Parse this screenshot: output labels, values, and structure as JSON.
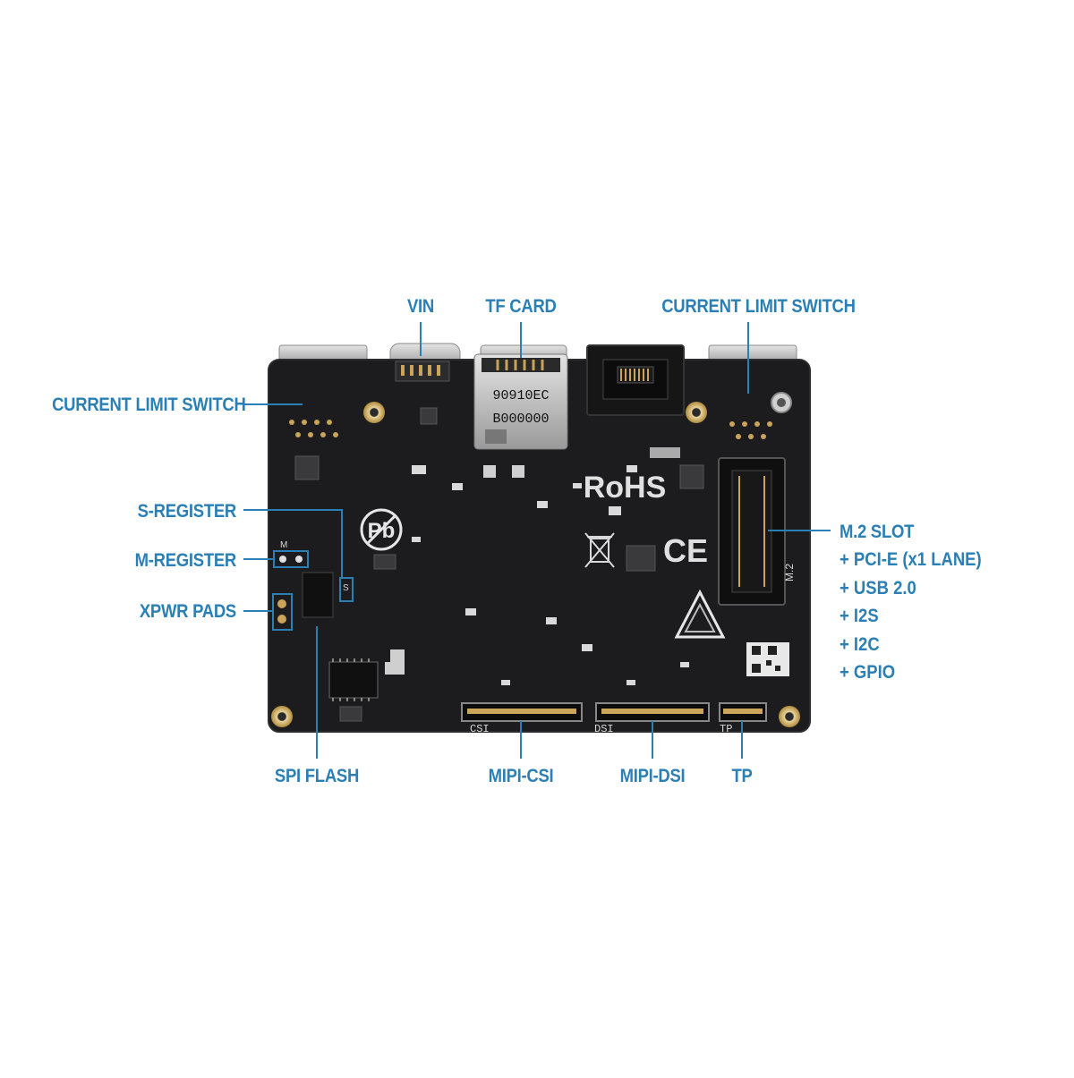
{
  "labels": {
    "vin": "VIN",
    "tf_card": "TF CARD",
    "current_limit_switch_top": "CURRENT LIMIT SWITCH",
    "current_limit_switch_left": "CURRENT LIMIT SWITCH",
    "s_register": "S-REGISTER",
    "m_register": "M-REGISTER",
    "xpwr_pads": "XPWR PADS",
    "spi_flash": "SPI FLASH",
    "mipi_csi": "MIPI-CSI",
    "mipi_dsi": "MIPI-DSI",
    "tp": "TP",
    "m2_slot": "M.2 SLOT",
    "m2_features": [
      "+ PCI-E (x1 LANE)",
      "+ USB 2.0",
      "+ I2S",
      "+ I2C",
      "+ GPIO"
    ]
  },
  "board_print": {
    "rohs": "RoHS",
    "ce": "CE",
    "m2": "M.2",
    "csi": "CSI",
    "dsi": "DSI",
    "tp": "TP",
    "m": "M",
    "s": "S",
    "sd_code_1": "90910EC",
    "sd_code_2": "B000000",
    "pb": "Pb"
  },
  "colors": {
    "label": "#2a7fb5",
    "board": "#1c1c1e",
    "silk": "#d8d8d8",
    "gold": "#c9a45a",
    "metal": "#b8b8b8"
  }
}
